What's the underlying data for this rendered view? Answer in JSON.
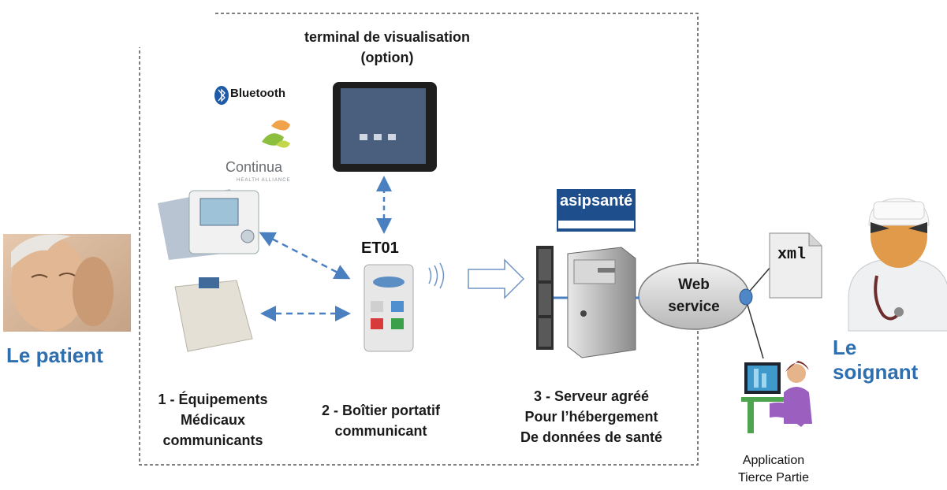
{
  "patient": {
    "label": "Le patient"
  },
  "soignant": {
    "label": "Le soignant"
  },
  "terminal": {
    "title_line1": "terminal de visualisation",
    "title_line2": "(option)"
  },
  "logos": {
    "bluetooth": "Bluetooth",
    "continua": "Continua",
    "continua_sub": "HEALTH ALLIANCE",
    "asip": "asipsanté"
  },
  "device": {
    "name": "ET01"
  },
  "sections": {
    "equipements": [
      "1 - Équipements",
      "Médicaux",
      "communicants"
    ],
    "boitier": [
      "2 - Boîtier portatif",
      "communicant"
    ],
    "serveur": [
      "3 - Serveur agréé",
      "Pour l’hébergement",
      "De données de santé"
    ]
  },
  "webservice": {
    "line1": "Web",
    "line2": "service"
  },
  "xml": {
    "label": "xml"
  },
  "application": {
    "line1": "Application",
    "line2": "Tierce Partie"
  },
  "colors": {
    "accent_blue": "#2e6fb0",
    "arrow_blue": "#4a7fc0",
    "dash_border": "#555555"
  }
}
